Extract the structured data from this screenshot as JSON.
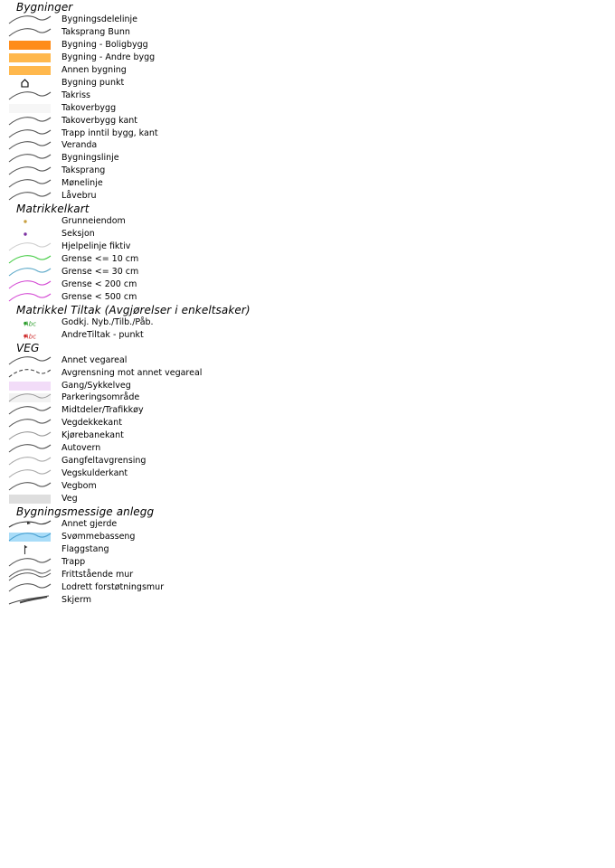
{
  "groups": [
    {
      "title": "Bygninger",
      "items": [
        {
          "label": "Bygningsdelelinje",
          "symbol": "curve",
          "color": "#555555"
        },
        {
          "label": "Taksprang Bunn",
          "symbol": "curve",
          "color": "#555555"
        },
        {
          "label": "Bygning - Boligbygg",
          "symbol": "rect",
          "color": "#ff8c1a"
        },
        {
          "label": "Bygning - Andre bygg",
          "symbol": "rect",
          "color": "#ffb84d"
        },
        {
          "label": "Annen bygning",
          "symbol": "rect",
          "color": "#ffb84d"
        },
        {
          "label": "Bygning punkt",
          "symbol": "house-icon",
          "color": "#000000"
        },
        {
          "label": "Takriss",
          "symbol": "curve",
          "color": "#555555"
        },
        {
          "label": "Takoverbygg",
          "symbol": "rect",
          "color": "#f6f6f6"
        },
        {
          "label": "Takoverbygg kant",
          "symbol": "curve",
          "color": "#555555"
        },
        {
          "label": "Trapp inntil bygg, kant",
          "symbol": "curve",
          "color": "#555555"
        },
        {
          "label": "Veranda",
          "symbol": "curve",
          "color": "#555555"
        },
        {
          "label": "Bygningslinje",
          "symbol": "curve",
          "color": "#555555"
        },
        {
          "label": "Taksprang",
          "symbol": "curve",
          "color": "#555555"
        },
        {
          "label": "Mønelinje",
          "symbol": "curve",
          "color": "#555555"
        },
        {
          "label": "Låvebru",
          "symbol": "curve",
          "color": "#555555"
        }
      ]
    },
    {
      "title": "Matrikkelkart",
      "items": [
        {
          "label": "Grunneiendom",
          "symbol": "dot",
          "color": "#c8a040"
        },
        {
          "label": "Seksjon",
          "symbol": "dot",
          "color": "#7a2ea0"
        },
        {
          "label": "Hjelpelinje fiktiv",
          "symbol": "curve",
          "color": "#cfcfcf"
        },
        {
          "label": "Grense <= 10 cm",
          "symbol": "curve",
          "color": "#44cc44"
        },
        {
          "label": "Grense <= 30 cm",
          "symbol": "curve",
          "color": "#5ba8c8"
        },
        {
          "label": "Grense < 200 cm",
          "symbol": "curve",
          "color": "#d44ad4"
        },
        {
          "label": "Grense < 500 cm",
          "symbol": "curve",
          "color": "#d44ad4"
        }
      ]
    },
    {
      "title": "Matrikkel Tiltak (Avgjørelser i enkeltsaker)",
      "items": [
        {
          "label": "Godkj. Nyb./Tilb./Påb.",
          "symbol": "abc-green",
          "color": "#2e9e2e",
          "text": "Abc"
        },
        {
          "label": "AndreTiltak - punkt",
          "symbol": "abc-red",
          "color": "#d03030",
          "text": "Abc"
        }
      ]
    },
    {
      "title": "VEG",
      "items": [
        {
          "label": "Annet vegareal",
          "symbol": "curve",
          "color": "#555555"
        },
        {
          "label": "Avgrensning mot annet vegareal",
          "symbol": "dashed",
          "color": "#444444"
        },
        {
          "label": "Gang/Sykkelveg",
          "symbol": "rect",
          "color": "#f2dcf8"
        },
        {
          "label": "Parkeringsområde",
          "symbol": "rect-curve",
          "color": "#f2f2f2",
          "line_color": "#999999"
        },
        {
          "label": "Midtdeler/Trafikkøy",
          "symbol": "curve",
          "color": "#555555"
        },
        {
          "label": "Vegdekkekant",
          "symbol": "curve",
          "color": "#555555"
        },
        {
          "label": "Kjørebanekant",
          "symbol": "curve",
          "color": "#999999"
        },
        {
          "label": "Autovern",
          "symbol": "curve",
          "color": "#555555"
        },
        {
          "label": "Gangfeltavgrensing",
          "symbol": "curve",
          "color": "#aaaaaa"
        },
        {
          "label": "Vegskulderkant",
          "symbol": "curve",
          "color": "#aaaaaa"
        },
        {
          "label": "Vegbom",
          "symbol": "curve",
          "color": "#555555"
        },
        {
          "label": "Veg",
          "symbol": "rect",
          "color": "#dedede"
        }
      ]
    },
    {
      "title": "Bygningsmessige anlegg",
      "items": [
        {
          "label": "Annet gjerde",
          "symbol": "fence",
          "color": "#333333"
        },
        {
          "label": "Svømmebasseng",
          "symbol": "pool",
          "color": "#a8dcf8",
          "line_color": "#4aa0d0"
        },
        {
          "label": "Flaggstang",
          "symbol": "flag-icon",
          "color": "#333333"
        },
        {
          "label": "Trapp",
          "symbol": "curve",
          "color": "#555555"
        },
        {
          "label": "Frittstående mur",
          "symbol": "double-curve",
          "color": "#555555"
        },
        {
          "label": "Lodrett forstøtningsmur",
          "symbol": "curve",
          "color": "#555555"
        },
        {
          "label": "Skjerm",
          "symbol": "screen",
          "color": "#444444"
        }
      ]
    }
  ]
}
